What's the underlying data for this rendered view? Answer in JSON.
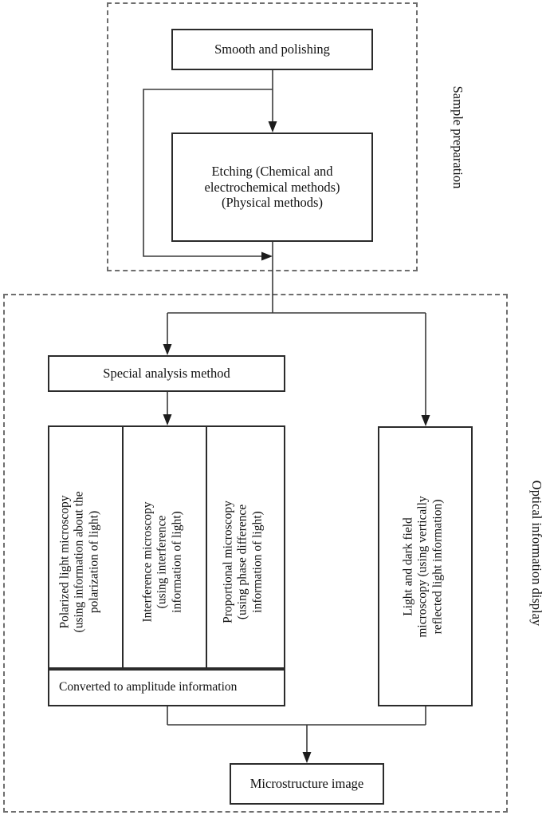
{
  "diagram": {
    "title": "Optical microscopy sample preparation and information display flowchart",
    "regions": [
      {
        "id": "sample-preparation",
        "label": "Sample preparation"
      },
      {
        "id": "optical-information-display",
        "label": "Optical information display"
      }
    ],
    "nodes": {
      "smooth_polishing": "Smooth and polishing",
      "etching": "Etching (Chemical and\nelectrochemical methods)\n(Physical methods)",
      "special_analysis": "Special analysis method",
      "polarized": "Polarized light microscopy\n(using information about the\npolarization of light)",
      "interference": "Interference microscopy\n(using interference\ninformation of light)",
      "proportional": "Proportional microscopy\n(using phase difference\ninformation of light)",
      "converted": "Converted to amplitude information",
      "light_dark_field": "Light and dark field\nmicroscopy (using vertically\nreflected light information)",
      "microstructure": "Microstructure image"
    },
    "colors": {
      "box_border": "#2b2b2b",
      "dashed_border": "#6e6e6e",
      "connector": "#3a3a3a",
      "text": "#111111",
      "background": "#ffffff"
    }
  }
}
